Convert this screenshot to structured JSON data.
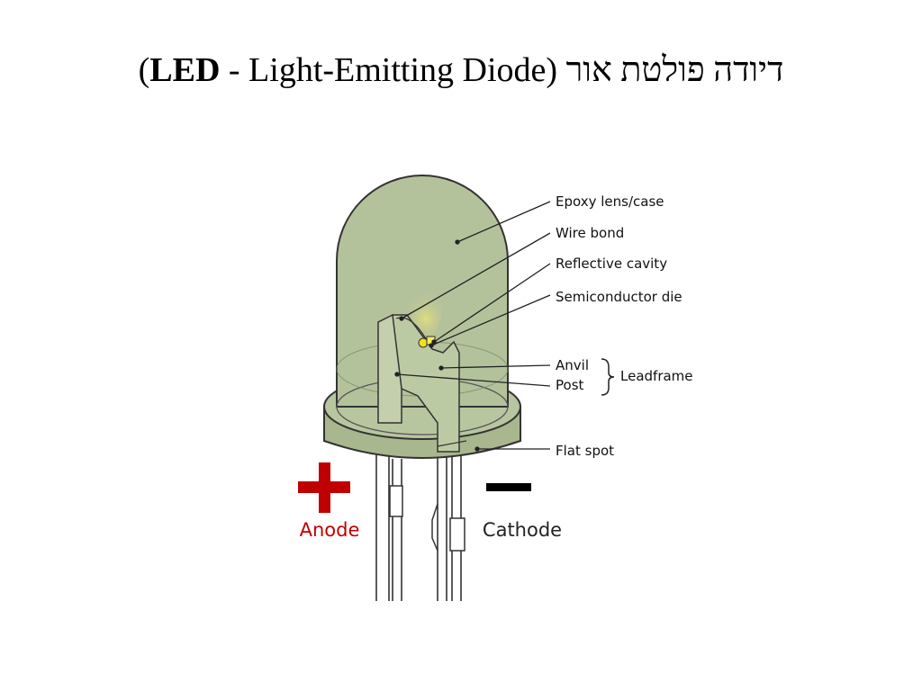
{
  "title": {
    "open_paren": "(",
    "led": "LED",
    "rest": " - Light-Emitting Diode)",
    "hebrew": "דיודה פולטת אור"
  },
  "diagram": {
    "labels": {
      "epoxy": "Epoxy lens/case",
      "wire_bond": "Wire bond",
      "reflective": "Reflective cavity",
      "semiconductor": "Semiconductor die",
      "anvil": "Anvil",
      "post": "Post",
      "leadframe": "Leadframe",
      "flat_spot": "Flat spot"
    },
    "anode": {
      "label": "Anode",
      "color": "#c00000"
    },
    "cathode": {
      "label": "Cathode",
      "color": "#222222"
    },
    "colors": {
      "epoxy": "#b4c29c",
      "epoxy_dark": "#9aab83",
      "outline": "#333333",
      "die": "#f0e020"
    }
  }
}
